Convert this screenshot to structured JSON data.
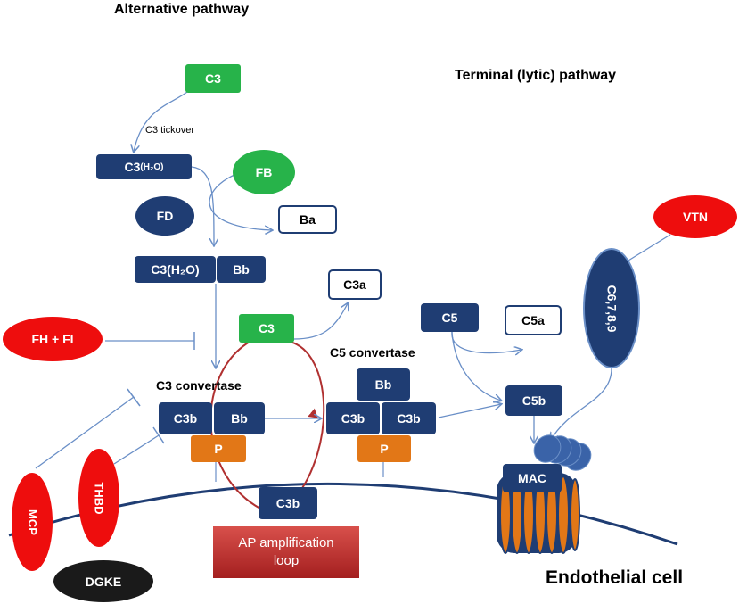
{
  "titles": {
    "alternative": "Alternative pathway",
    "terminal": "Terminal (lytic) pathway",
    "c3_convertase": "C3 convertase",
    "c5_convertase": "C5 convertase",
    "endothelial": "Endothelial cell"
  },
  "labels": {
    "tickover": "C3 tickover"
  },
  "nodes": {
    "c3_top": "C3",
    "c3h2o_left": "C3",
    "c3h2o_left_sub": "(H₂O)",
    "fb": "FB",
    "fd": "FD",
    "ba": "Ba",
    "c3h2o_bb_left": "C3(H₂O)",
    "c3h2o_bb_right": "Bb",
    "c3a": "C3a",
    "fh_fi": "FH + FI",
    "c3_mid": "C3",
    "c3_conv_c3b": "C3b",
    "c3_conv_bb": "Bb",
    "p1": "P",
    "c5_conv_bb": "Bb",
    "c5_conv_c3b1": "C3b",
    "c5_conv_c3b2": "C3b",
    "p2": "P",
    "c5": "C5",
    "c5a": "C5a",
    "c5b": "C5b",
    "vtn": "VTN",
    "c6789": "C6,7,8,9",
    "mcp": "MCP",
    "thbd": "THBD",
    "dgke": "DGKE",
    "c3b_loop": "C3b",
    "ap_loop": "AP amplification loop",
    "mac": "MAC"
  },
  "colors": {
    "navy": "#1f3d73",
    "green": "#27b34a",
    "orange": "#e27717",
    "red": "#ee0d0d",
    "membrane": "#1f3d73",
    "loop_arrow": "#b03030",
    "arrow": "#6a8fc7",
    "ap_box": "#c0302c"
  }
}
